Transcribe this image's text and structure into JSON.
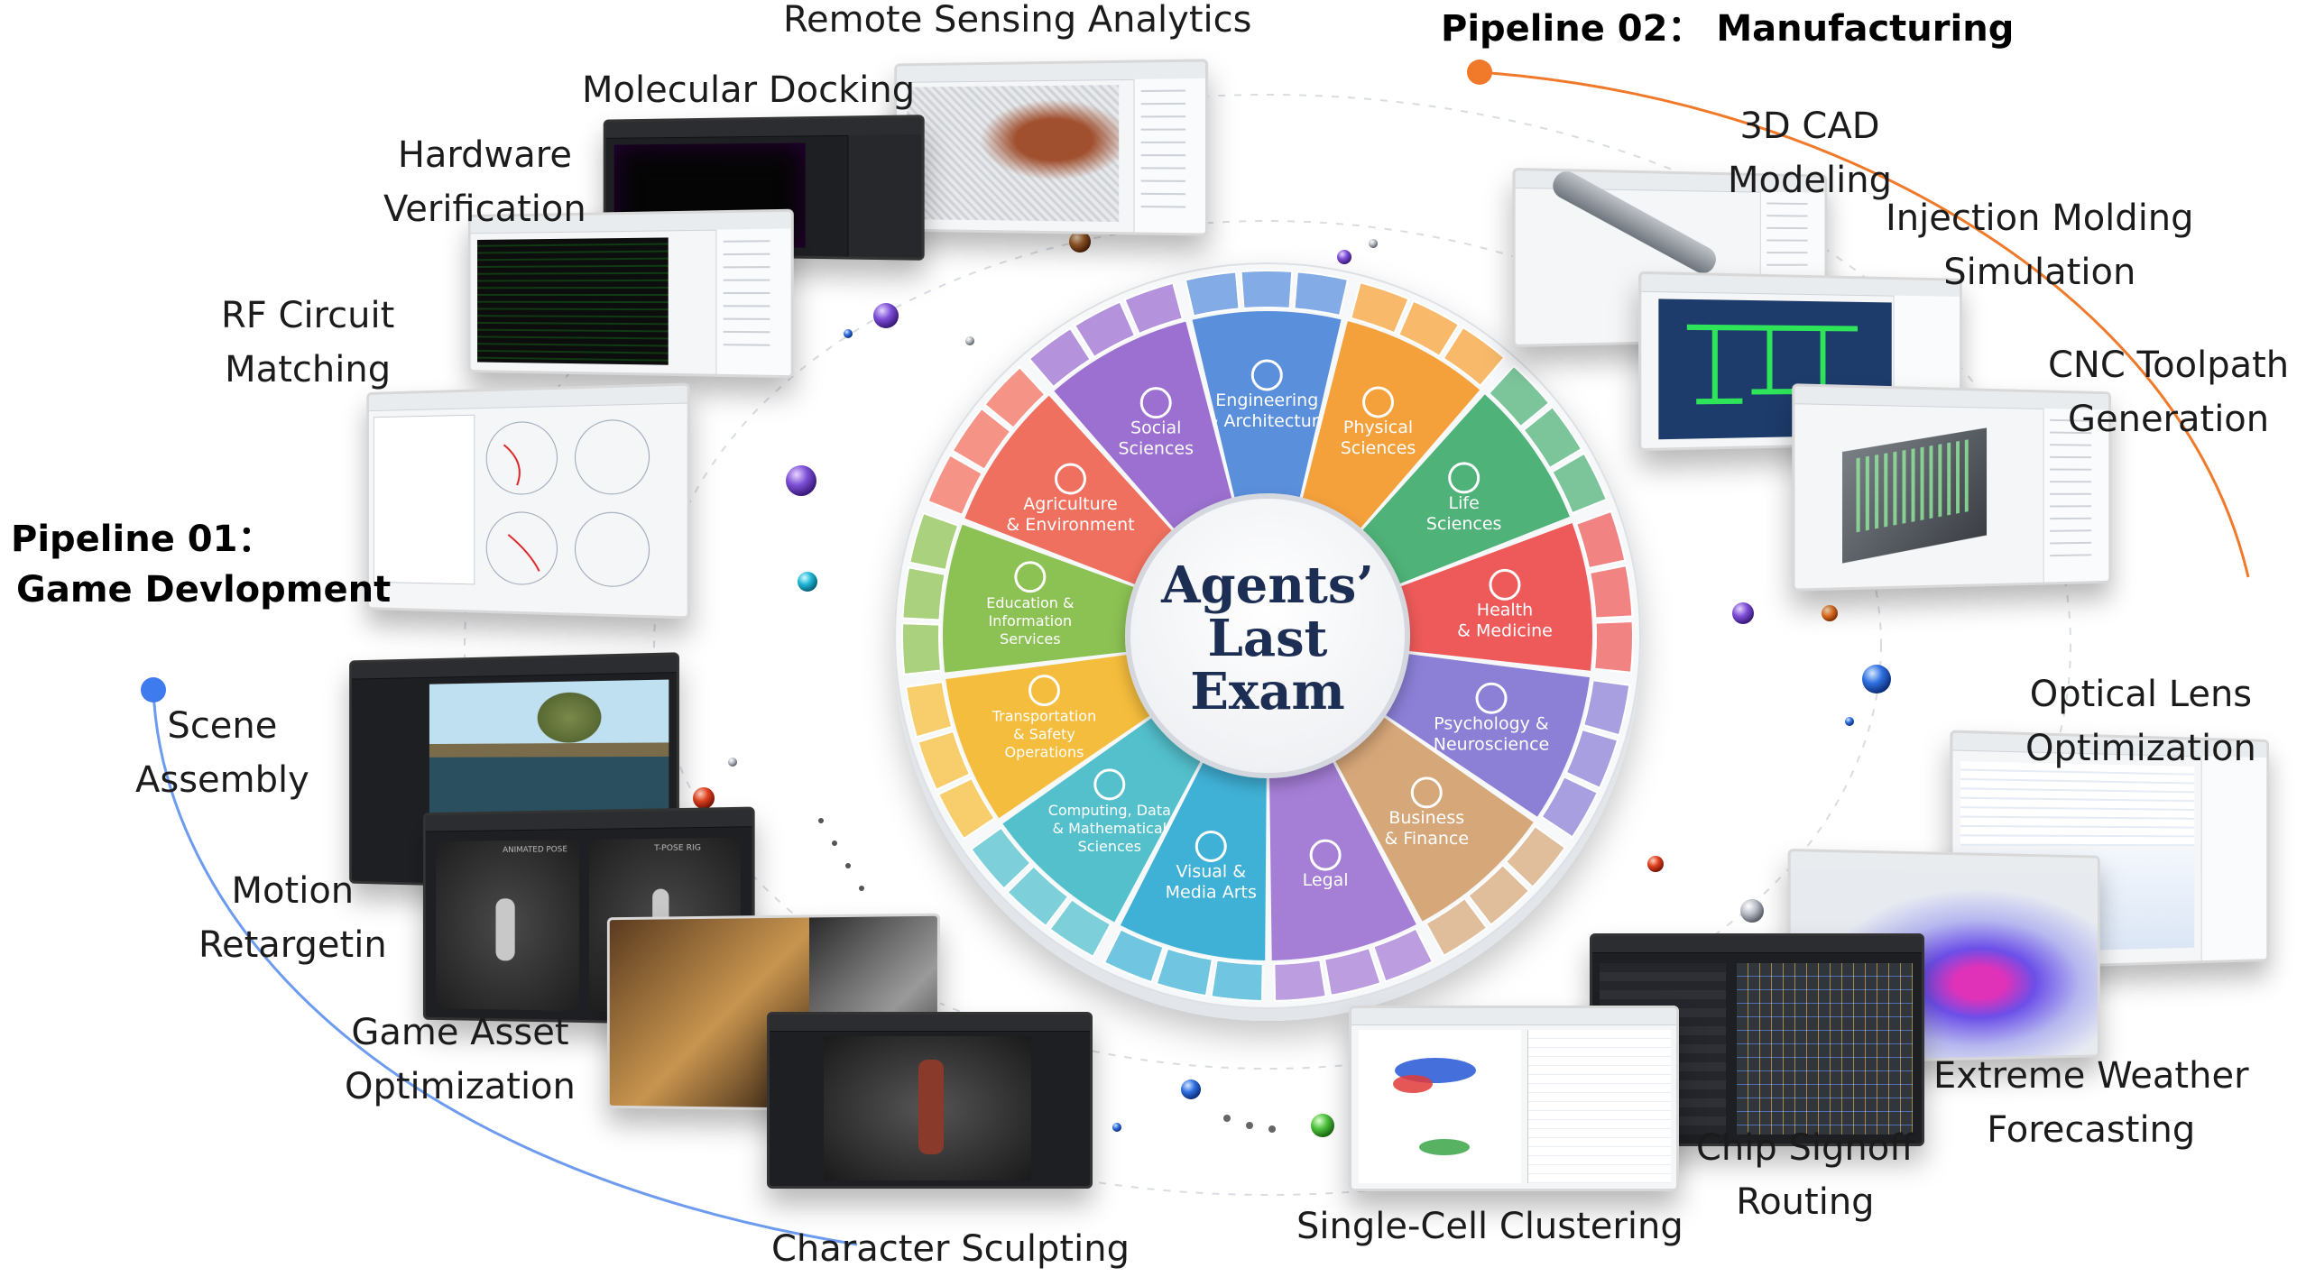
{
  "center": {
    "title_lines": [
      "Agents’",
      "Last",
      "Exam"
    ]
  },
  "sectors": [
    {
      "label": "Engineering\n& Architecture",
      "color": "#5a8fdc",
      "icon": "building-icon"
    },
    {
      "label": "Physical\nSciences",
      "color": "#f5a13a",
      "icon": "atom-icon"
    },
    {
      "label": "Life\nSciences",
      "color": "#4fb278",
      "icon": "leaf-icon"
    },
    {
      "label": "Health\n& Medicine",
      "color": "#ee5a5a",
      "icon": "heart-pulse-icon"
    },
    {
      "label": "Psychology &\nNeuroscience",
      "color": "#8b7fd6",
      "icon": "brain-icon"
    },
    {
      "label": "Business\n& Finance",
      "color": "#d6a779",
      "icon": "bar-chart-icon"
    },
    {
      "label": "Legal",
      "color": "#a57ed6",
      "icon": "scales-icon"
    },
    {
      "label": "Visual &\nMedia Arts",
      "color": "#3fb1d6",
      "icon": "paintbrush-icon"
    },
    {
      "label": "Computing, Data\n& Mathematical\nSciences",
      "color": "#52c0cc",
      "icon": "code-icon"
    },
    {
      "label": "Transportation\n& Safety\nOperations",
      "color": "#f5bd3c",
      "icon": "bus-icon"
    },
    {
      "label": "Education &\nInformation\nServices",
      "color": "#8cc153",
      "icon": "book-icon"
    },
    {
      "label": "Agriculture\n& Environment",
      "color": "#f06f5e",
      "icon": "leaf-outline-icon"
    },
    {
      "label": "Social\nSciences",
      "color": "#9b6fd0",
      "icon": "people-icon"
    }
  ],
  "pipelines": {
    "p1": {
      "line1": "Pipeline 01：",
      "line2": "Game Devlopment",
      "color": "#3d7bef"
    },
    "p2": {
      "text": "Pipeline 02：  Manufacturing",
      "color": "#f07a2a"
    }
  },
  "tasks": {
    "remote_sensing": "Remote Sensing Analytics",
    "molecular_docking": "Molecular Docking",
    "hardware_verification": [
      "Hardware",
      "Verification"
    ],
    "rf_circuit": [
      "RF Circuit",
      "Matching"
    ],
    "cad_modeling": [
      "3D CAD",
      "Modeling"
    ],
    "injection_molding": [
      "Injection Molding",
      "Simulation"
    ],
    "cnc_toolpath": [
      "CNC Toolpath",
      "Generation"
    ],
    "optical_lens": [
      "Optical Lens",
      "Optimization"
    ],
    "scene_assembly": [
      "Scene",
      "Assembly"
    ],
    "motion_retargeting": [
      "Motion",
      "Retargetin"
    ],
    "game_asset": [
      "Game Asset",
      "Optimization"
    ],
    "character_sculpting": "Character Sculpting",
    "single_cell": "Single-Cell Clustering",
    "chip_signoff": [
      "Chip Signoff",
      "Routing"
    ],
    "extreme_weather": [
      "Extreme Weather",
      "Forecasting"
    ]
  },
  "screenshots": {
    "remote_sensing_text": "",
    "motion_pose_1": "ANIMATED POSE",
    "motion_pose_2": "T-POSE RIG"
  }
}
